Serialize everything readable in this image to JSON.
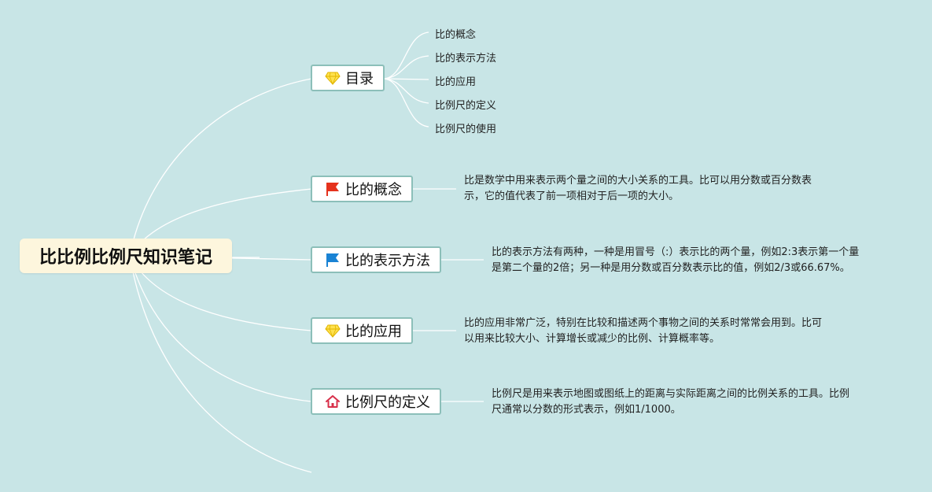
{
  "root": {
    "title": "比比例比例尺知识笔记"
  },
  "topics": [
    {
      "label": "目录",
      "icon": "diamond-icon"
    },
    {
      "label": "比的概念",
      "icon": "red-flag-icon"
    },
    {
      "label": "比的表示方法",
      "icon": "blue-flag-icon"
    },
    {
      "label": "比的应用",
      "icon": "diamond-icon"
    },
    {
      "label": "比例尺的定义",
      "icon": "house-icon"
    }
  ],
  "toc_items": [
    "比的概念",
    "比的表示方法",
    "比的应用",
    "比例尺的定义",
    "比例尺的使用"
  ],
  "descriptions": {
    "concept": [
      "比是数学中用来表示两个量之间的大小关系的工具。比可以用分数或百分数表",
      "示，它的值代表了前一项相对于后一项的大小。"
    ],
    "representation": [
      "比的表示方法有两种，一种是用冒号（:）表示比的两个量，例如2:3表示第一个量",
      "是第二个量的2倍；另一种是用分数或百分数表示比的值，例如2/3或66.67%。"
    ],
    "application": [
      "比的应用非常广泛，特别在比较和描述两个事物之间的关系时常常会用到。比可",
      "以用来比较大小、计算增长或减少的比例、计算概率等。"
    ],
    "scale_definition": [
      "比例尺是用来表示地图或图纸上的距离与实际距离之间的比例关系的工具。比例",
      "尺通常以分数的形式表示，例如1/1000。"
    ]
  },
  "colors": {
    "background": "#c8e5e6",
    "root_fill": "#fdf6dd",
    "topic_border": "#8cbfb9",
    "connector": "#ffffff"
  }
}
